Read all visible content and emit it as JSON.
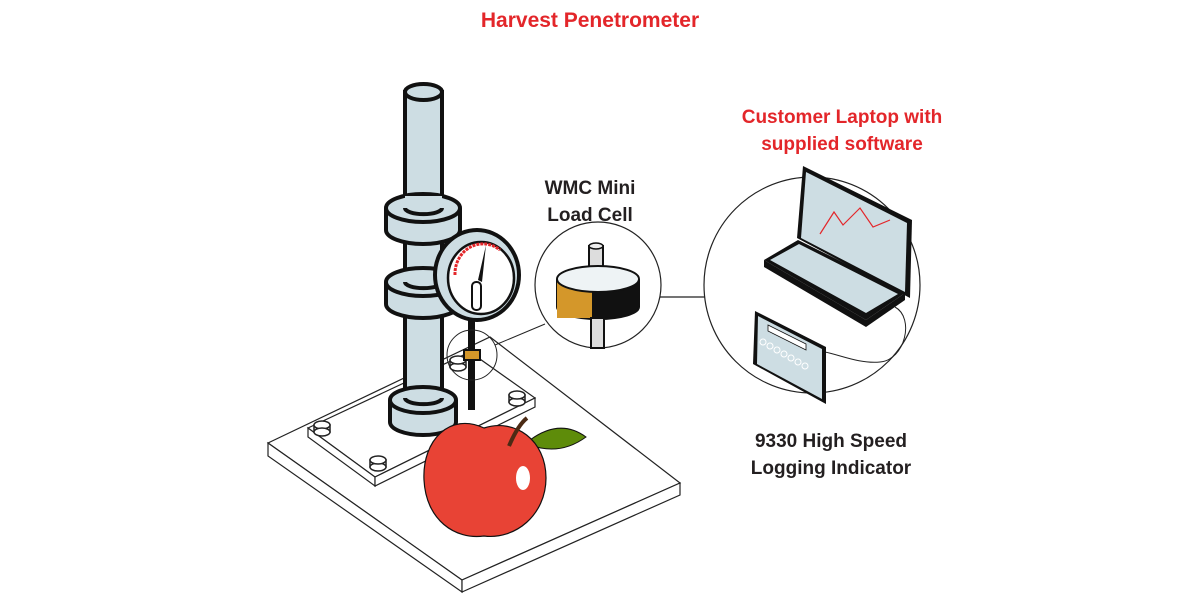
{
  "title": "Harvest Penetrometer",
  "labels": {
    "laptop": [
      "Customer Laptop with",
      "supplied software"
    ],
    "load_cell": [
      "WMC Mini",
      "Load Cell"
    ],
    "indicator": [
      "9330 High Speed",
      "Logging Indicator"
    ]
  },
  "colors": {
    "title": "#e3262a",
    "metal": "#cddde3",
    "apple": "#e84335",
    "leaf": "#5e8c0a",
    "load_cell_band": "#d4972a"
  }
}
